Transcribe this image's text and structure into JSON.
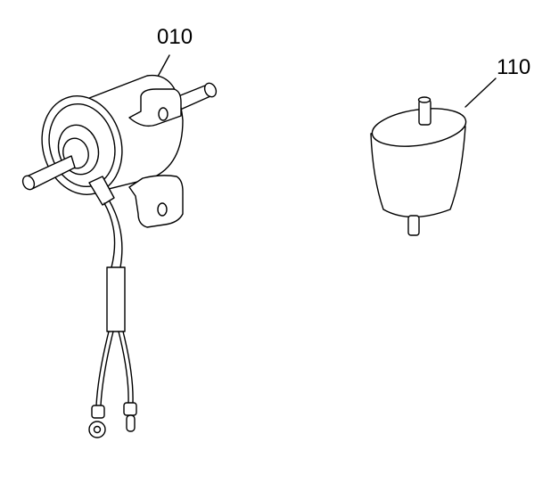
{
  "parts": [
    {
      "callout": "010",
      "part": "fuel-pump"
    },
    {
      "callout": "110",
      "part": "fuel-filter"
    }
  ],
  "colors": {
    "line": "#000000",
    "background": "#ffffff"
  }
}
